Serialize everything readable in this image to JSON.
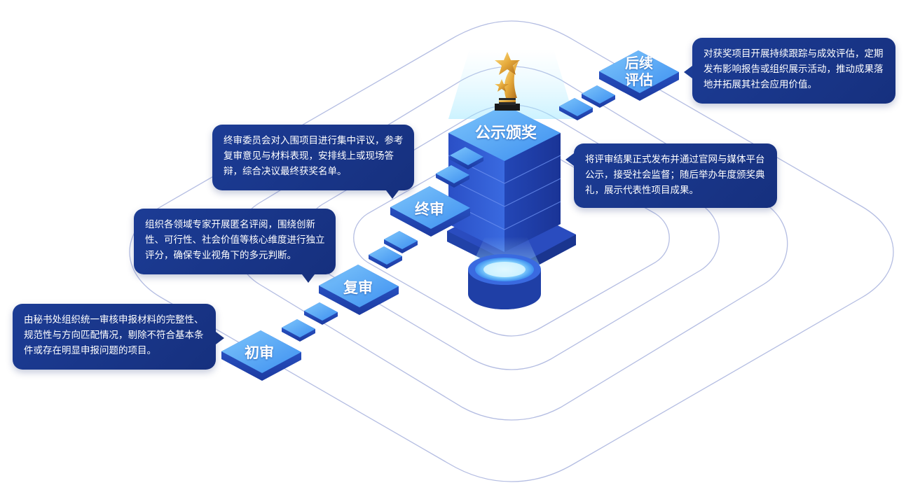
{
  "stages": [
    {
      "title": "初审",
      "desc": "由秘书处组织统一审核申报材料的完整性、规范性与方向匹配情况，剔除不符合基本条件或存在明显申报问题的项目。"
    },
    {
      "title": "复审",
      "desc": "组织各领域专家开展匿名评阅，围绕创新性、可行性、社会价值等核心维度进行独立评分，确保专业视角下的多元判断。"
    },
    {
      "title": "终审",
      "desc": "终审委员会对入围项目进行集中评议，参考复审意见与材料表现，安排线上或现场答辩，综合决议最终获奖名单。"
    },
    {
      "title": "公示颁奖",
      "desc": "将评审结果正式发布并通过官网与媒体平台公示，接受社会监督；随后举办年度颁奖典礼，展示代表性项目成果。"
    },
    {
      "title": "后续\n评估",
      "title_line1": "后续",
      "title_line2": "评估",
      "desc": "对获奖项目开展持续跟踪与成效评估，定期发布影响报告或组织展示活动，推动成果落地并拓展其社会应用价值。"
    }
  ],
  "colors": {
    "callout_bg": "#1a368a",
    "tile_top": "#5fb0f5",
    "tile_side": "#2a55c8",
    "tower_side": "#2344b8",
    "ring_line": "#aab4dc",
    "accent": "#4fd0ff"
  },
  "icons": [
    "star-trophy-icon"
  ]
}
